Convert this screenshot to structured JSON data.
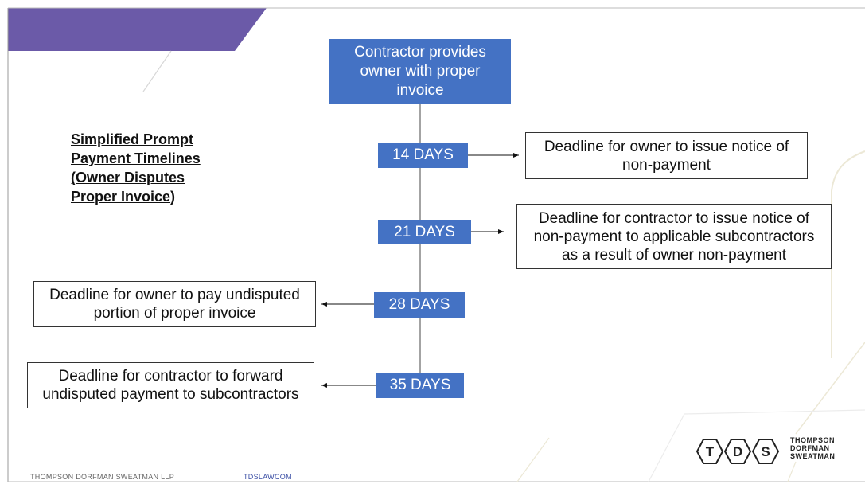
{
  "top_box": {
    "line1": "Contractor provides",
    "line2": "owner with proper",
    "line3": "invoice"
  },
  "title": {
    "line1": "Simplified Prompt",
    "line2": "Payment Timelines",
    "line3": "(Owner Disputes",
    "line4": "Proper Invoice",
    "line4_suffix": ")"
  },
  "steps": [
    {
      "days": "14 DAYS",
      "line1": "Deadline for owner to issue notice of",
      "line2": "non-payment"
    },
    {
      "days": "21 DAYS",
      "line1": "Deadline for contractor to issue notice of",
      "line2": "non-payment to applicable subcontractors",
      "line3": "as a result of owner non-payment"
    },
    {
      "days": "28 DAYS",
      "line1": "Deadline for owner to pay undisputed",
      "line2": "portion of proper invoice"
    },
    {
      "days": "35 DAYS",
      "line1": "Deadline for contractor to forward",
      "line2": "undisputed payment to subcontractors"
    }
  ],
  "footer": {
    "firm": "THOMPSON DORFMAN SWEATMAN LLP",
    "site": "TDSLAWCOM"
  },
  "logo": {
    "letters": [
      "T",
      "D",
      "S"
    ],
    "name_line1": "THOMPSON",
    "name_line2": "DORFMAN",
    "name_line3": "SWEATMAN"
  },
  "colors": {
    "accent_blue": "#4472c4",
    "banner_purple": "#6b5aa8"
  }
}
